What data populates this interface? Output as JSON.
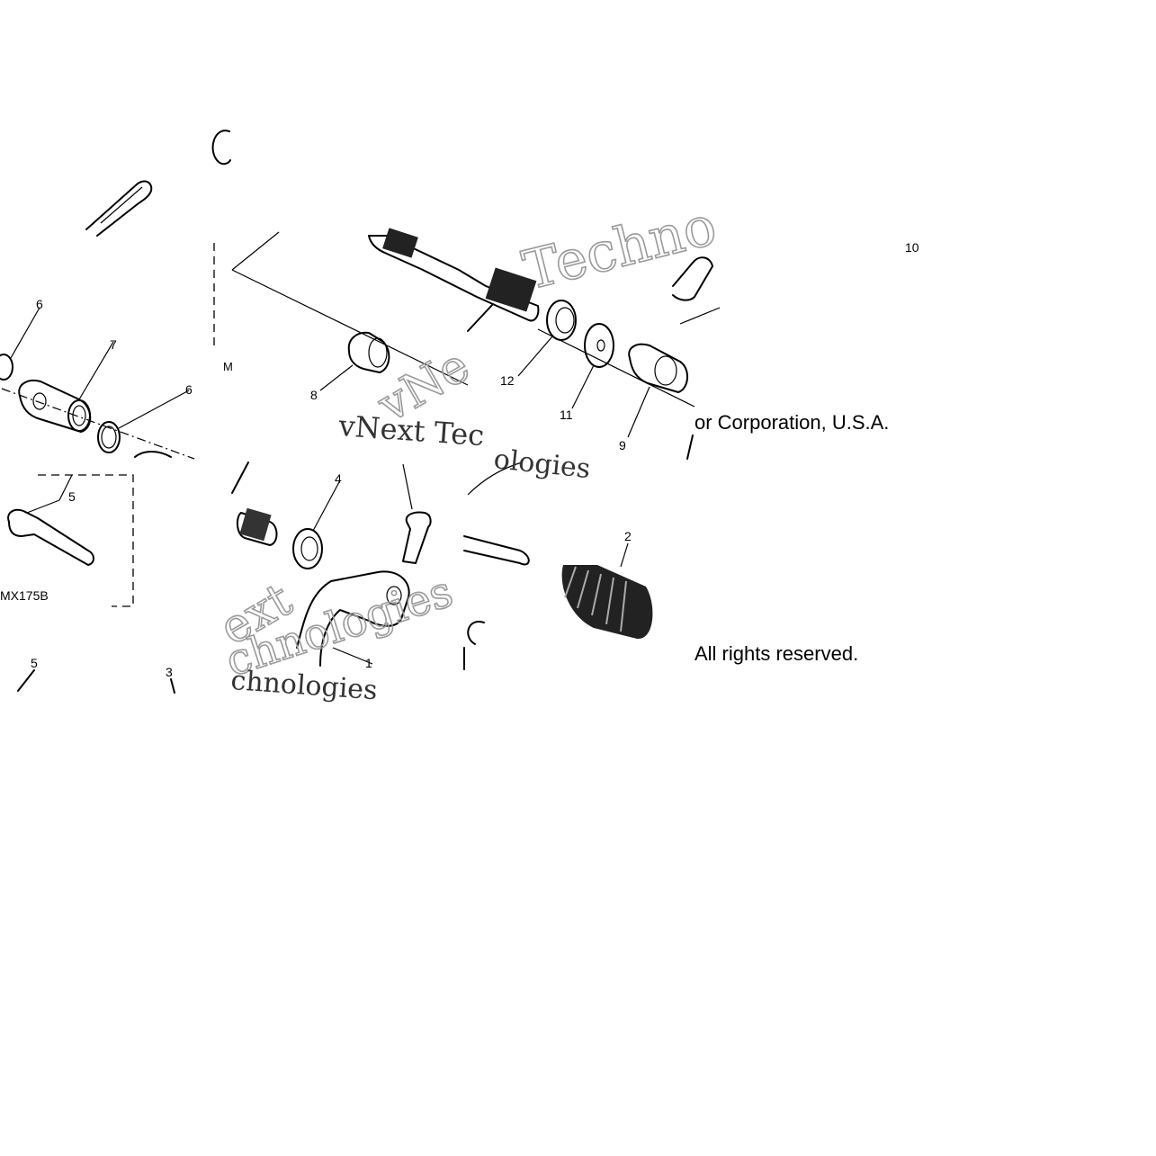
{
  "callouts": {
    "c6a": "6",
    "c7": "7",
    "c6b": "6",
    "c5a": "5",
    "c5b": "5",
    "c3": "3",
    "c8": "8",
    "c12": "12",
    "c11": "11",
    "c9": "9",
    "c4": "4",
    "c2": "2",
    "c1": "1",
    "c10": "10",
    "model_partial": "MX175B",
    "m_partial": "M"
  },
  "notices": {
    "corporation": "or Corporation, U.S.A.",
    "rights": "All rights reserved."
  },
  "watermarks": {
    "w1": "Techno",
    "w2": "vNext Tec",
    "w3": "vNe",
    "w4": "ologies",
    "w5": "ext",
    "w6": "chnologies",
    "w7": "chnologies"
  },
  "colors": {
    "background": "#ffffff",
    "ink": "#000000",
    "watermark": "#9a9a9a"
  }
}
